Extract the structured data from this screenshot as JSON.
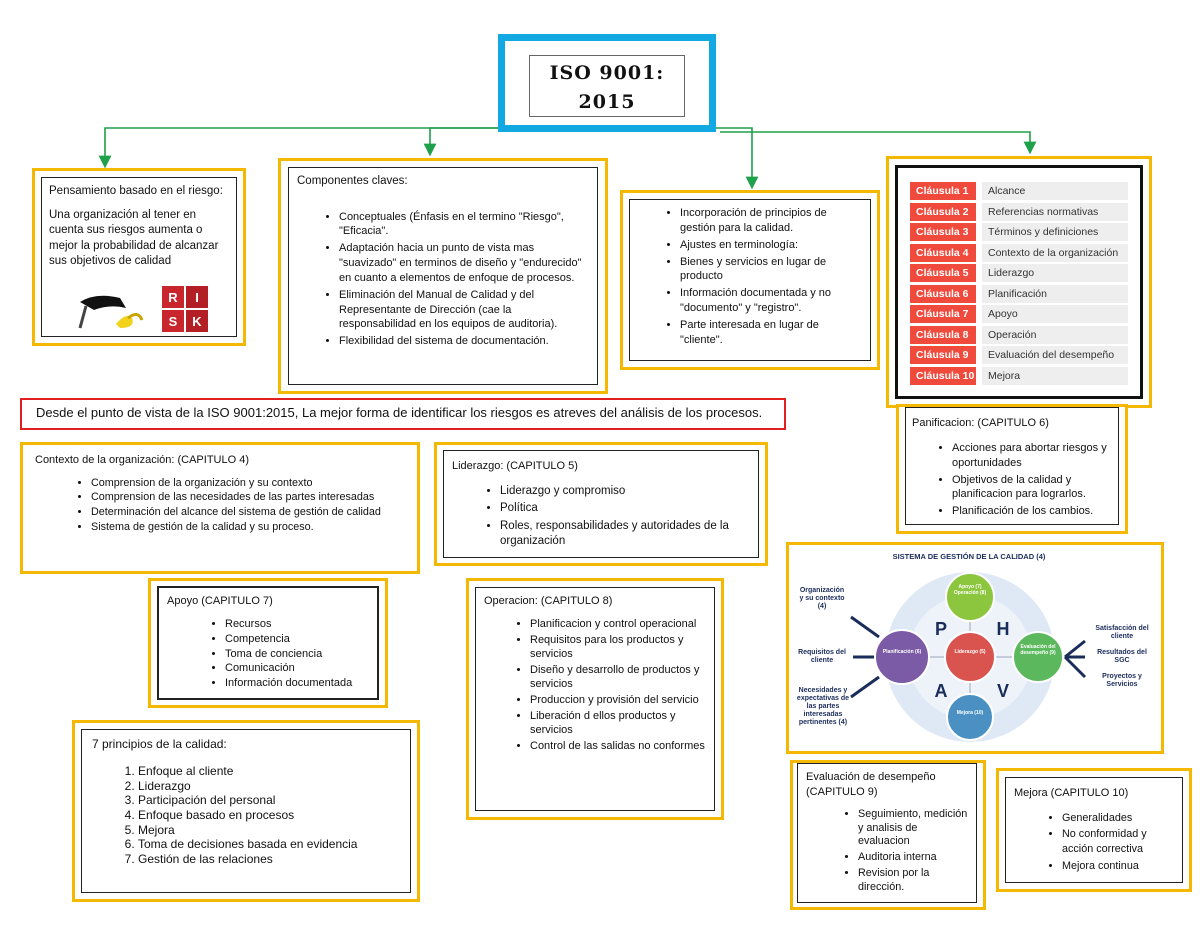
{
  "title": {
    "line1": "ISO 9001:",
    "line2": "2015"
  },
  "riesgo": {
    "heading": "Pensamiento basado en el riesgo:",
    "body": "Una organización al tener en cuenta sus riesgos aumenta o mejor la probabilidad de alcanzar sus objetivos de calidad",
    "risk_letters": [
      "R",
      "I",
      "S",
      "K"
    ]
  },
  "componentes": {
    "heading": "Componentes claves:",
    "items": [
      "Conceptuales (Énfasis en el termino \"Riesgo\", \"Eficacia\".",
      "Adaptación hacia un punto de vista mas \"suavizado\" en terminos de diseño y \"endurecido\" en cuanto a elementos de enfoque de procesos.",
      "Eliminación del Manual de Calidad y del Representante de Dirección (cae la responsabilidad en los equipos de auditoria).",
      "Flexibilidad del sistema de documentación."
    ]
  },
  "cambios": {
    "items": [
      "Incorporación de principios de gestión para la calidad.",
      "Ajustes en terminología:",
      "Bienes y servicios en lugar de producto",
      "Información documentada y no \"documento\" y \"registro\".",
      "Parte interesada en lugar de \"cliente\"."
    ]
  },
  "clausulas": [
    {
      "tag": "Cláusula 1",
      "name": "Alcance"
    },
    {
      "tag": "Cláusula 2",
      "name": "Referencias normativas"
    },
    {
      "tag": "Cláusula 3",
      "name": "Términos y definiciones"
    },
    {
      "tag": "Cláusula 4",
      "name": "Contexto de la organización"
    },
    {
      "tag": "Cláusula 5",
      "name": "Liderazgo"
    },
    {
      "tag": "Cláusula 6",
      "name": "Planificación"
    },
    {
      "tag": "Cláusula 7",
      "name": "Apoyo"
    },
    {
      "tag": "Cláusula 8",
      "name": "Operación"
    },
    {
      "tag": "Cláusula 9",
      "name": "Evaluación del desempeño"
    },
    {
      "tag": "Cláusula 10",
      "name": "Mejora"
    }
  ],
  "banner": "Desde el punto de vista de la ISO 9001:2015, La mejor forma de identificar los riesgos es atreves del análisis de los procesos.",
  "contexto": {
    "heading": "Contexto de la organización: (CAPITULO 4)",
    "items": [
      "Comprension de la organización y su contexto",
      "Comprension de las necesidades de las partes interesadas",
      "Determinación del alcance del sistema de gestión de calidad",
      "Sistema de gestión de la calidad y su proceso."
    ]
  },
  "liderazgo": {
    "heading": "Liderazgo: (CAPITULO 5)",
    "items": [
      "Liderazgo y compromiso",
      "Política",
      "Roles, responsabilidades y autoridades de la organización"
    ]
  },
  "planificacion": {
    "heading": "Panificacion: (CAPITULO 6)",
    "items": [
      "Acciones para abortar riesgos y oportunidades",
      "Objetivos de la calidad y planificacion para lograrlos.",
      "Planificación de los cambios."
    ]
  },
  "apoyo": {
    "heading": "Apoyo (CAPITULO 7)",
    "items": [
      "Recursos",
      "Competencia",
      "Toma de conciencia",
      "Comunicación",
      "Información documentada"
    ]
  },
  "operacion": {
    "heading": "Operacion: (CAPITULO 8)",
    "items": [
      "Planificacion y control operacional",
      "Requisitos para los productos y servicios",
      "Diseño y desarrollo de productos y servicios",
      "Produccion y provisión del servicio",
      "Liberación d ellos productos y servicios",
      "Control de las salidas no conformes"
    ]
  },
  "principios": {
    "heading": "7 principios de la calidad:",
    "items": [
      "Enfoque al cliente",
      "Liderazgo",
      "Participación del personal",
      "Enfoque basado en procesos",
      "Mejora",
      "Toma de decisiones basada en evidencia",
      "Gestión de las relaciones"
    ]
  },
  "sgc": {
    "title": "SISTEMA DE GESTIÓN DE LA CALIDAD (4)",
    "left": [
      "Organización y su contexto (4)",
      "Requisitos del cliente",
      "Necesidades y expectativas de las partes interesadas pertinentes (4)"
    ],
    "right": [
      "Satisfacción del cliente",
      "Resultados del SGC",
      "Proyectos y Servicios"
    ],
    "nodes": {
      "top": "Apoyo (7) Operación (8)",
      "left": "Planificación (6)",
      "center": "Liderazgo (5)",
      "right": "Evaluación del desempeño (9)",
      "bottom": "Mejora (10)"
    },
    "letters": [
      "P",
      "H",
      "A",
      "V"
    ],
    "colors": {
      "top": "#8cc63f",
      "left": "#7b5aa6",
      "center": "#d9534f",
      "right": "#5cb85c",
      "bottom": "#4a90c2",
      "ring": "#dfe9f5",
      "arrow": "#1a2d5a"
    }
  },
  "evaluacion": {
    "heading": "Evaluación de desempeño (CAPITULO 9)",
    "items": [
      "Seguimiento, medición y analisis de evaluacion",
      "Auditoria interna",
      "Revision por la dirección."
    ]
  },
  "mejora": {
    "heading": "Mejora (CAPITULO 10)",
    "items": [
      "Generalidades",
      "No conformidad y acción correctiva",
      "Mejora continua"
    ]
  },
  "colors": {
    "accent_blue": "#12a8e2",
    "box_border": "#f5b800",
    "banner_border": "#e02020",
    "connector": "#1fa04a",
    "clause_red": "#ef4a3c"
  }
}
